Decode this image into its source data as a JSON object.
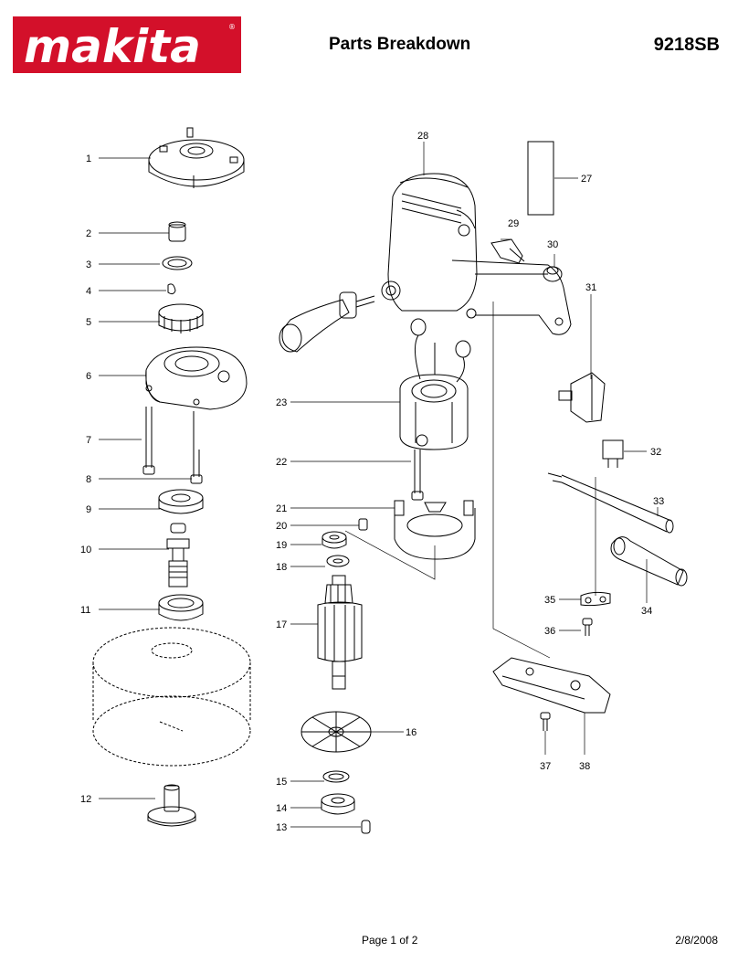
{
  "header": {
    "brand": "makita",
    "title": "Parts Breakdown",
    "model": "9218SB"
  },
  "footer": {
    "page": "Page 1 of 2",
    "date": "2/8/2008"
  },
  "colors": {
    "brand_red": "#d3102a",
    "line": "#000000"
  },
  "part_numbers": [
    "1",
    "2",
    "3",
    "4",
    "5",
    "6",
    "7",
    "8",
    "9",
    "10",
    "11",
    "12",
    "13",
    "14",
    "15",
    "16",
    "17",
    "18",
    "19",
    "20",
    "21",
    "22",
    "23",
    "27",
    "28",
    "29",
    "30",
    "31",
    "32",
    "33",
    "34",
    "35",
    "36",
    "37",
    "38"
  ]
}
